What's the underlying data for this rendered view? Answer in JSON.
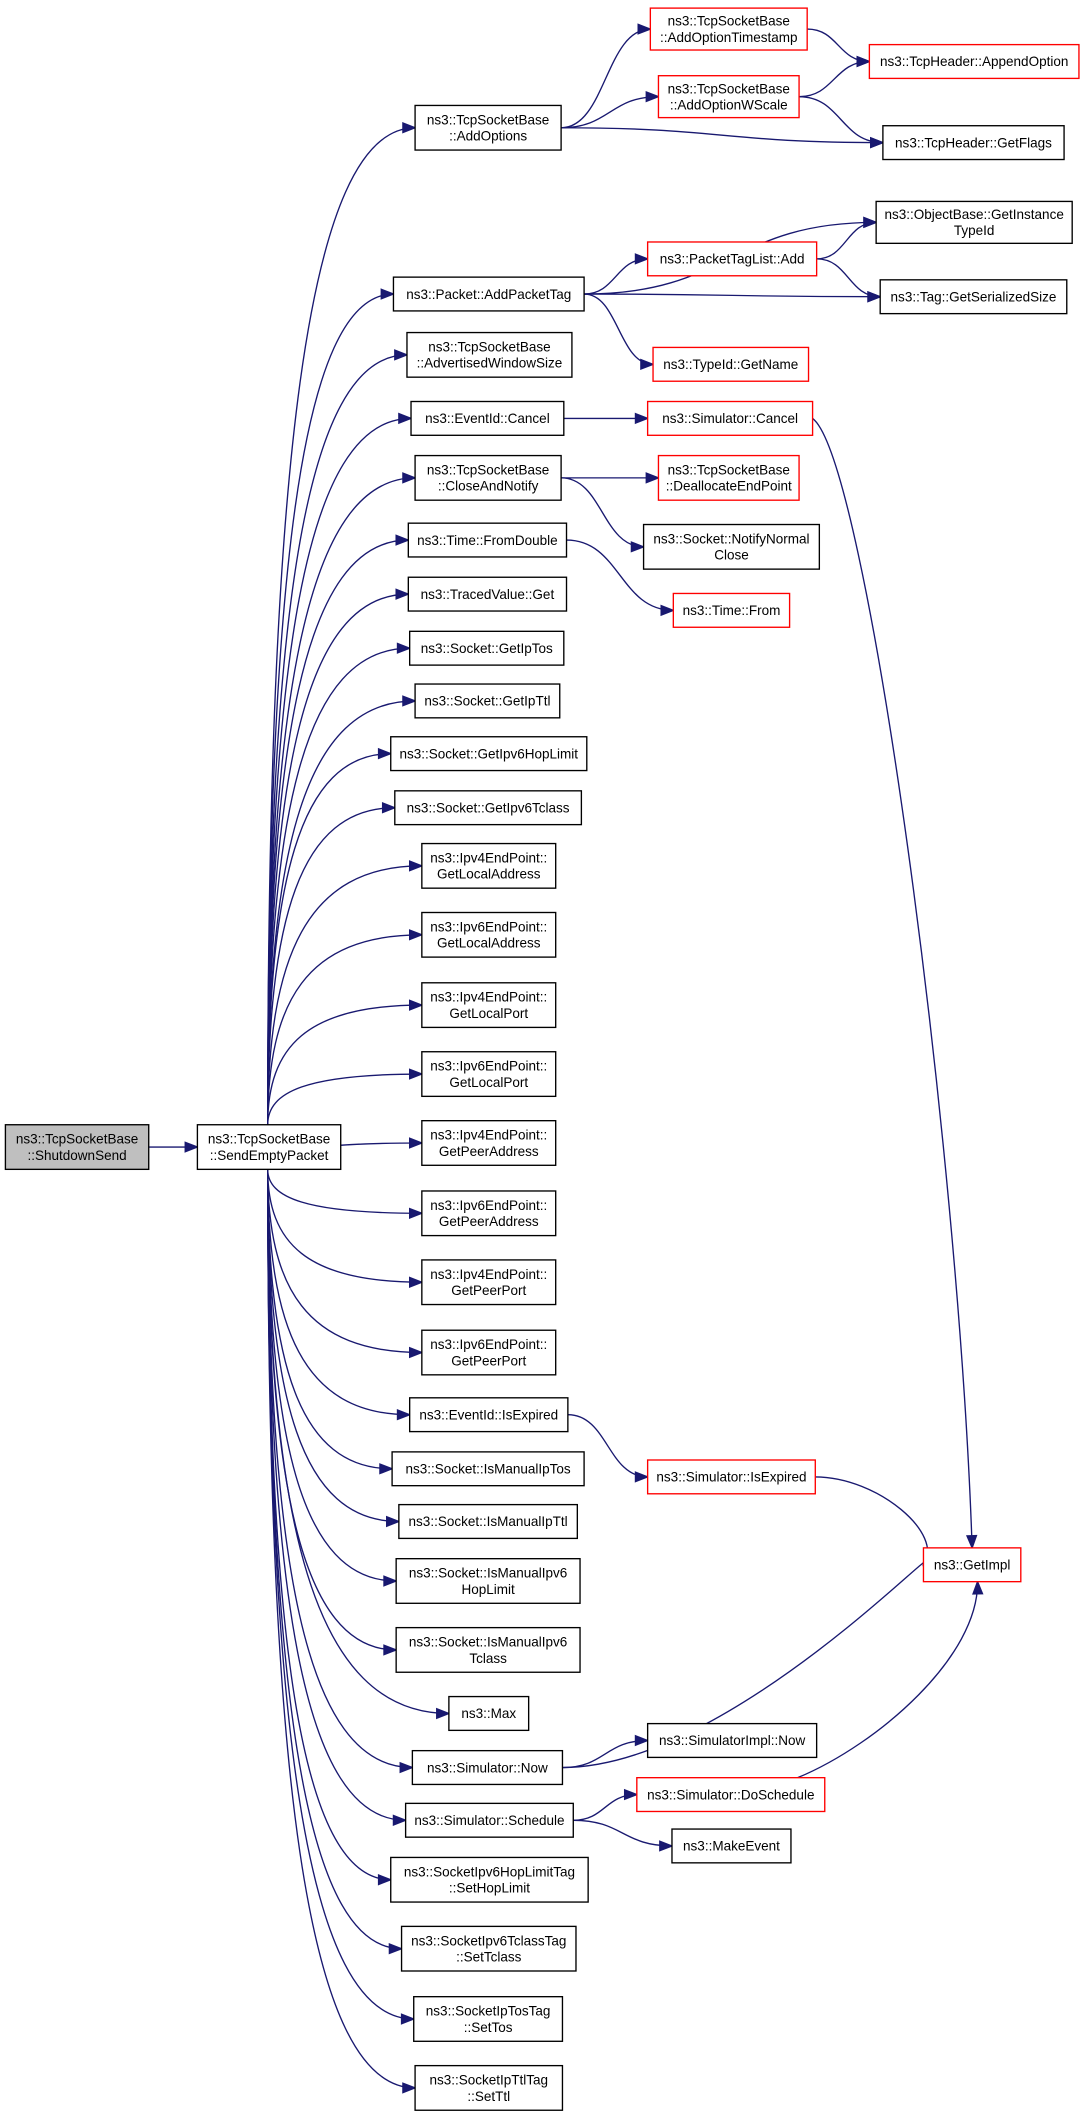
{
  "nodes": [
    {
      "id": "n_shutdown",
      "lines": [
        "ns3::TcpSocketBase",
        "::ShutdownSend"
      ],
      "style": "grey",
      "icon": "node-box"
    },
    {
      "id": "n_sendempty",
      "lines": [
        "ns3::TcpSocketBase",
        "::SendEmptyPacket"
      ],
      "style": "normal"
    },
    {
      "id": "n_addoptions",
      "lines": [
        "ns3::TcpSocketBase",
        "::AddOptions"
      ],
      "style": "normal"
    },
    {
      "id": "n_addopttimestamp",
      "lines": [
        "ns3::TcpSocketBase",
        "::AddOptionTimestamp"
      ],
      "style": "red"
    },
    {
      "id": "n_addoptwscale",
      "lines": [
        "ns3::TcpSocketBase",
        "::AddOptionWScale"
      ],
      "style": "red"
    },
    {
      "id": "n_appendoption",
      "lines": [
        "ns3::TcpHeader::AppendOption"
      ],
      "style": "red"
    },
    {
      "id": "n_getflags",
      "lines": [
        "ns3::TcpHeader::GetFlags"
      ],
      "style": "normal"
    },
    {
      "id": "n_addpackettag",
      "lines": [
        "ns3::Packet::AddPacketTag"
      ],
      "style": "normal"
    },
    {
      "id": "n_getinstancetypeid",
      "lines": [
        "ns3::ObjectBase::GetInstance",
        "TypeId"
      ],
      "style": "normal"
    },
    {
      "id": "n_packettaglistadd",
      "lines": [
        "ns3::PacketTagList::Add"
      ],
      "style": "red"
    },
    {
      "id": "n_getserializedsize",
      "lines": [
        "ns3::Tag::GetSerializedSize"
      ],
      "style": "normal"
    },
    {
      "id": "n_typeidgetname",
      "lines": [
        "ns3::TypeId::GetName"
      ],
      "style": "red"
    },
    {
      "id": "n_advwindowsize",
      "lines": [
        "ns3::TcpSocketBase",
        "::AdvertisedWindowSize"
      ],
      "style": "normal"
    },
    {
      "id": "n_eventidcancel",
      "lines": [
        "ns3::EventId::Cancel"
      ],
      "style": "normal"
    },
    {
      "id": "n_simcancel",
      "lines": [
        "ns3::Simulator::Cancel"
      ],
      "style": "red"
    },
    {
      "id": "n_closeandnotify",
      "lines": [
        "ns3::TcpSocketBase",
        "::CloseAndNotify"
      ],
      "style": "normal"
    },
    {
      "id": "n_deallocate",
      "lines": [
        "ns3::TcpSocketBase",
        "::DeallocateEndPoint"
      ],
      "style": "red"
    },
    {
      "id": "n_notifynormalclose",
      "lines": [
        "ns3::Socket::NotifyNormal",
        "Close"
      ],
      "style": "normal"
    },
    {
      "id": "n_fromdouble",
      "lines": [
        "ns3::Time::FromDouble"
      ],
      "style": "normal"
    },
    {
      "id": "n_timefrom",
      "lines": [
        "ns3::Time::From"
      ],
      "style": "red"
    },
    {
      "id": "n_tracedget",
      "lines": [
        "ns3::TracedValue::Get"
      ],
      "style": "normal"
    },
    {
      "id": "n_getiptos",
      "lines": [
        "ns3::Socket::GetIpTos"
      ],
      "style": "normal"
    },
    {
      "id": "n_getipttl",
      "lines": [
        "ns3::Socket::GetIpTtl"
      ],
      "style": "normal"
    },
    {
      "id": "n_getipv6hoplimit",
      "lines": [
        "ns3::Socket::GetIpv6HopLimit"
      ],
      "style": "normal"
    },
    {
      "id": "n_getipv6tclass",
      "lines": [
        "ns3::Socket::GetIpv6Tclass"
      ],
      "style": "normal"
    },
    {
      "id": "n_ipv4localaddr",
      "lines": [
        "ns3::Ipv4EndPoint::",
        "GetLocalAddress"
      ],
      "style": "normal"
    },
    {
      "id": "n_ipv6localaddr",
      "lines": [
        "ns3::Ipv6EndPoint::",
        "GetLocalAddress"
      ],
      "style": "normal"
    },
    {
      "id": "n_ipv4localport",
      "lines": [
        "ns3::Ipv4EndPoint::",
        "GetLocalPort"
      ],
      "style": "normal"
    },
    {
      "id": "n_ipv6localport",
      "lines": [
        "ns3::Ipv6EndPoint::",
        "GetLocalPort"
      ],
      "style": "normal"
    },
    {
      "id": "n_ipv4peeraddr",
      "lines": [
        "ns3::Ipv4EndPoint::",
        "GetPeerAddress"
      ],
      "style": "normal"
    },
    {
      "id": "n_ipv6peeraddr",
      "lines": [
        "ns3::Ipv6EndPoint::",
        "GetPeerAddress"
      ],
      "style": "normal"
    },
    {
      "id": "n_ipv4peerport",
      "lines": [
        "ns3::Ipv4EndPoint::",
        "GetPeerPort"
      ],
      "style": "normal"
    },
    {
      "id": "n_ipv6peerport",
      "lines": [
        "ns3::Ipv6EndPoint::",
        "GetPeerPort"
      ],
      "style": "normal"
    },
    {
      "id": "n_eventidisexpired",
      "lines": [
        "ns3::EventId::IsExpired"
      ],
      "style": "normal"
    },
    {
      "id": "n_simisexpired",
      "lines": [
        "ns3::Simulator::IsExpired"
      ],
      "style": "red"
    },
    {
      "id": "n_ismanualiptos",
      "lines": [
        "ns3::Socket::IsManualIpTos"
      ],
      "style": "normal"
    },
    {
      "id": "n_ismanualipttl",
      "lines": [
        "ns3::Socket::IsManualIpTtl"
      ],
      "style": "normal"
    },
    {
      "id": "n_ismanualipv6hop",
      "lines": [
        "ns3::Socket::IsManualIpv6",
        "HopLimit"
      ],
      "style": "normal"
    },
    {
      "id": "n_getimpl",
      "lines": [
        "ns3::GetImpl"
      ],
      "style": "red"
    },
    {
      "id": "n_ismanualipv6tclass",
      "lines": [
        "ns3::Socket::IsManualIpv6",
        "Tclass"
      ],
      "style": "normal"
    },
    {
      "id": "n_max",
      "lines": [
        "ns3::Max"
      ],
      "style": "normal"
    },
    {
      "id": "n_simnow",
      "lines": [
        "ns3::Simulator::Now"
      ],
      "style": "normal"
    },
    {
      "id": "n_simimplnow",
      "lines": [
        "ns3::SimulatorImpl::Now"
      ],
      "style": "normal"
    },
    {
      "id": "n_doschedule",
      "lines": [
        "ns3::Simulator::DoSchedule"
      ],
      "style": "red"
    },
    {
      "id": "n_simschedule",
      "lines": [
        "ns3::Simulator::Schedule"
      ],
      "style": "normal"
    },
    {
      "id": "n_makeevent",
      "lines": [
        "ns3::MakeEvent"
      ],
      "style": "normal"
    },
    {
      "id": "n_sethoplimit",
      "lines": [
        "ns3::SocketIpv6HopLimitTag",
        "::SetHopLimit"
      ],
      "style": "normal"
    },
    {
      "id": "n_settclass",
      "lines": [
        "ns3::SocketIpv6TclassTag",
        "::SetTclass"
      ],
      "style": "normal"
    },
    {
      "id": "n_settos",
      "lines": [
        "ns3::SocketIpTosTag",
        "::SetTos"
      ],
      "style": "normal"
    },
    {
      "id": "n_setttl",
      "lines": [
        "ns3::SocketIpTtlTag",
        "::SetTtl"
      ],
      "style": "normal"
    }
  ],
  "edges": [
    [
      "n_shutdown",
      "n_sendempty"
    ],
    [
      "n_sendempty",
      "n_addoptions"
    ],
    [
      "n_sendempty",
      "n_addpackettag"
    ],
    [
      "n_sendempty",
      "n_advwindowsize"
    ],
    [
      "n_sendempty",
      "n_eventidcancel"
    ],
    [
      "n_sendempty",
      "n_closeandnotify"
    ],
    [
      "n_sendempty",
      "n_fromdouble"
    ],
    [
      "n_sendempty",
      "n_tracedget"
    ],
    [
      "n_sendempty",
      "n_getiptos"
    ],
    [
      "n_sendempty",
      "n_getipttl"
    ],
    [
      "n_sendempty",
      "n_getipv6hoplimit"
    ],
    [
      "n_sendempty",
      "n_getipv6tclass"
    ],
    [
      "n_sendempty",
      "n_ipv4localaddr"
    ],
    [
      "n_sendempty",
      "n_ipv6localaddr"
    ],
    [
      "n_sendempty",
      "n_ipv4localport"
    ],
    [
      "n_sendempty",
      "n_ipv6localport"
    ],
    [
      "n_sendempty",
      "n_ipv4peeraddr"
    ],
    [
      "n_sendempty",
      "n_ipv6peeraddr"
    ],
    [
      "n_sendempty",
      "n_ipv4peerport"
    ],
    [
      "n_sendempty",
      "n_ipv6peerport"
    ],
    [
      "n_sendempty",
      "n_eventidisexpired"
    ],
    [
      "n_sendempty",
      "n_ismanualiptos"
    ],
    [
      "n_sendempty",
      "n_ismanualipttl"
    ],
    [
      "n_sendempty",
      "n_ismanualipv6hop"
    ],
    [
      "n_sendempty",
      "n_ismanualipv6tclass"
    ],
    [
      "n_sendempty",
      "n_max"
    ],
    [
      "n_sendempty",
      "n_simnow"
    ],
    [
      "n_sendempty",
      "n_simschedule"
    ],
    [
      "n_sendempty",
      "n_sethoplimit"
    ],
    [
      "n_sendempty",
      "n_settclass"
    ],
    [
      "n_sendempty",
      "n_settos"
    ],
    [
      "n_sendempty",
      "n_setttl"
    ],
    [
      "n_addoptions",
      "n_addopttimestamp"
    ],
    [
      "n_addoptions",
      "n_addoptwscale"
    ],
    [
      "n_addoptions",
      "n_getflags"
    ],
    [
      "n_addopttimestamp",
      "n_appendoption"
    ],
    [
      "n_addoptwscale",
      "n_appendoption"
    ],
    [
      "n_addoptwscale",
      "n_getflags"
    ],
    [
      "n_addpackettag",
      "n_getinstancetypeid"
    ],
    [
      "n_addpackettag",
      "n_packettaglistadd"
    ],
    [
      "n_addpackettag",
      "n_getserializedsize"
    ],
    [
      "n_addpackettag",
      "n_typeidgetname"
    ],
    [
      "n_packettaglistadd",
      "n_getinstancetypeid"
    ],
    [
      "n_packettaglistadd",
      "n_getserializedsize"
    ],
    [
      "n_eventidcancel",
      "n_simcancel"
    ],
    [
      "n_simcancel",
      "n_getimpl"
    ],
    [
      "n_closeandnotify",
      "n_deallocate"
    ],
    [
      "n_closeandnotify",
      "n_notifynormalclose"
    ],
    [
      "n_fromdouble",
      "n_timefrom"
    ],
    [
      "n_eventidisexpired",
      "n_simisexpired"
    ],
    [
      "n_simisexpired",
      "n_getimpl"
    ],
    [
      "n_simnow",
      "n_getimpl"
    ],
    [
      "n_simnow",
      "n_simimplnow"
    ],
    [
      "n_simschedule",
      "n_doschedule"
    ],
    [
      "n_simschedule",
      "n_makeevent"
    ],
    [
      "n_doschedule",
      "n_getimpl"
    ]
  ]
}
